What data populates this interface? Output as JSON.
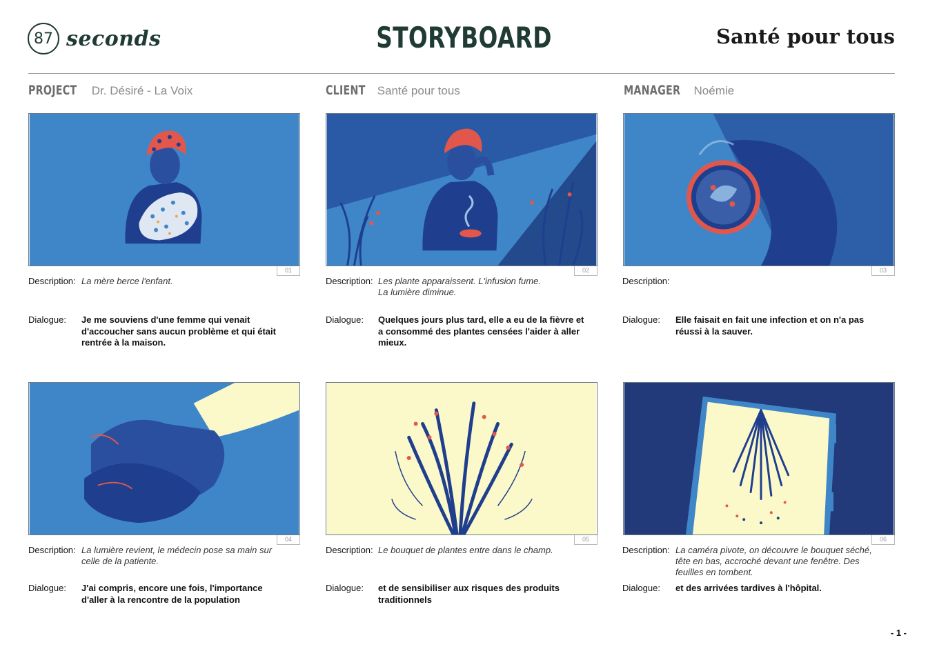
{
  "header": {
    "logo_number": "87",
    "logo_word": "seconds",
    "title": "STORYBOARD",
    "client_title": "Santé pour tous"
  },
  "meta": {
    "project_key": "PROJECT",
    "project_value": "Dr. Désiré - La Voix",
    "client_key": "CLIENT",
    "client_value": "Santé pour tous",
    "manager_key": "MANAGER",
    "manager_value": "Noémie"
  },
  "labels": {
    "description": "Description:",
    "dialogue": "Dialogue:"
  },
  "panels": [
    {
      "number": "01",
      "description_line1": "La mère berce l'enfant.",
      "description_line2": "",
      "description_line3": "",
      "dialogue": "Je me souviens d'une femme qui venait d'accoucher sans aucun problème et qui était rentrée à la maison."
    },
    {
      "number": "02",
      "description_line1": "Les plante apparaissent. L'infusion fume.",
      "description_line2": "La lumière diminue.",
      "description_line3": "",
      "dialogue": "Quelques jours plus tard, elle a eu de la fièvre et a consommé des plantes censées l'aider à aller mieux."
    },
    {
      "number": "03",
      "description_line1": "",
      "description_line2": "",
      "description_line3": "",
      "dialogue": "Elle faisait en fait une infection et on n'a pas réussi à la sauver."
    },
    {
      "number": "04",
      "description_line1": "La lumière revient, le médecin pose sa main sur",
      "description_line2": "celle de la patiente.",
      "description_line3": "",
      "dialogue": "J'ai compris, encore une fois, l'importance d'aller à la rencontre de la population"
    },
    {
      "number": "05",
      "description_line1": "Le bouquet de plantes entre dans le champ.",
      "description_line2": "",
      "description_line3": "",
      "dialogue": "et de sensibiliser aux risques des produits traditionnels"
    },
    {
      "number": "06",
      "description_line1": "La caméra pivote, on découvre le bouquet séché,",
      "description_line2": "tête en bas, accroché devant une fenêtre. Des",
      "description_line3": "feuilles en tombent.",
      "dialogue": "et des arrivées tardives à l'hôpital."
    }
  ],
  "footer": {
    "page": "- 1 -"
  },
  "colors": {
    "brand_dark_green": "#1f3b34",
    "panel_blue": "#3f86c8",
    "deep_blue": "#1f3f8e",
    "navy": "#223a7a",
    "cream": "#fbf8c9",
    "accent_red": "#e2574c"
  }
}
